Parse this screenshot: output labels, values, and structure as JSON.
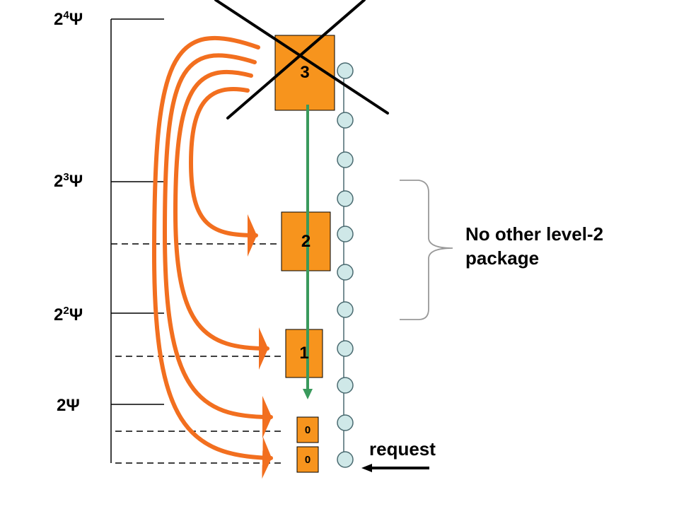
{
  "scale_labels": [
    {
      "base": "2",
      "exp": "4",
      "unit": "Ψ"
    },
    {
      "base": "2",
      "exp": "3",
      "unit": "Ψ"
    },
    {
      "base": "2",
      "exp": "2",
      "unit": "Ψ"
    },
    {
      "base": "2",
      "exp": "",
      "unit": "Ψ"
    }
  ],
  "packages": {
    "level3": "3",
    "level2": "2",
    "level1": "1",
    "level0_a": "0",
    "level0_b": "0"
  },
  "note": {
    "line1": "No other level-2",
    "line2": "package"
  },
  "request_label": "request",
  "colors": {
    "package_fill": "#f7941d",
    "arrow": "#f26f1f",
    "chain_line": "#3a9a5c",
    "node_fill": "#cfe8e8",
    "node_stroke": "#4a6a70",
    "brace": "#999999",
    "line": "#000000"
  }
}
